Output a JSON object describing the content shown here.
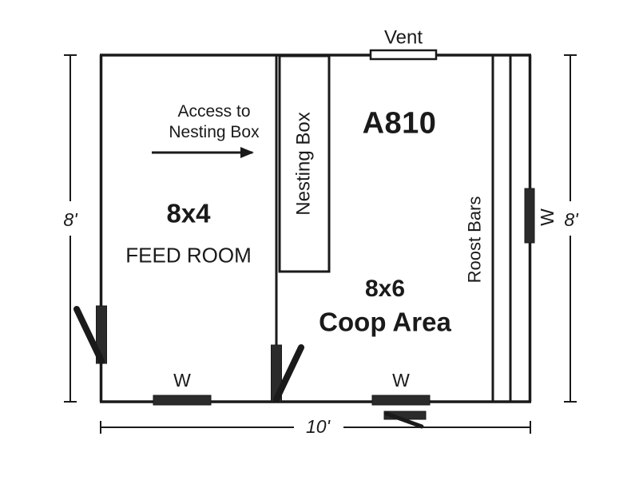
{
  "drawing": {
    "plan_id": "A810",
    "vent_label": "Vent",
    "feed_room": {
      "size": "8x4",
      "name": "FEED ROOM",
      "access_line1": "Access to",
      "access_line2": "Nesting Box"
    },
    "nesting_box": {
      "label": "Nesting Box"
    },
    "coop_area": {
      "size": "8x6",
      "name": "Coop Area",
      "roost_label": "Roost Bars"
    },
    "windows": [
      {
        "label": "W",
        "location": "bottom-left"
      },
      {
        "label": "W",
        "location": "bottom-right"
      },
      {
        "label": "W",
        "location": "right-wall"
      }
    ],
    "dimensions": {
      "left_height": "8'",
      "right_height": "8'",
      "bottom_width": "10'"
    },
    "colors": {
      "ink": "#1a1a1a",
      "paper": "#ffffff",
      "wall": "#1a1a1a",
      "fill": "#2b2b2b"
    }
  }
}
